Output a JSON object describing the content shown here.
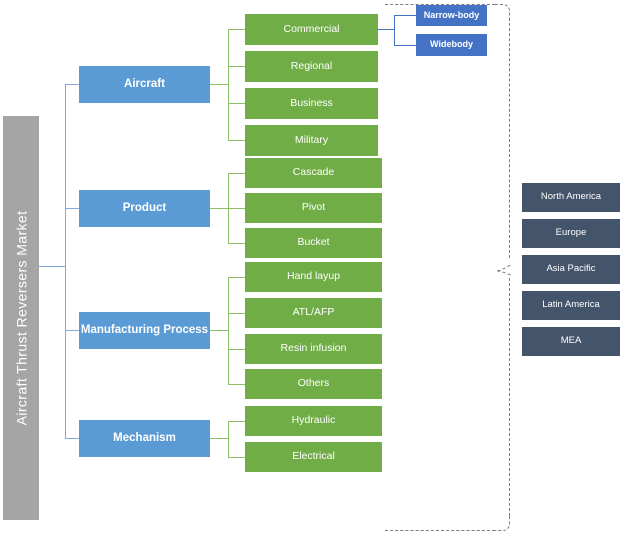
{
  "diagram": {
    "root_label": "Aircraft Thrust Reversers Market",
    "colors": {
      "root_bar": "#A5A5A5",
      "level1": "#5B9BD5",
      "level2": "#70AD47",
      "level3": "#4472C4",
      "region": "#44546A",
      "connector_blue": "#7FA9DC",
      "connector_green": "#8CC265",
      "bracket_dashed": "#7a7a7a"
    },
    "branches": [
      {
        "label": "Aircraft",
        "children": [
          {
            "label": "Commercial",
            "children": [
              {
                "label": "Narrow-body"
              },
              {
                "label": "Widebody"
              }
            ]
          },
          {
            "label": "Regional"
          },
          {
            "label": "Business"
          },
          {
            "label": "Military"
          }
        ]
      },
      {
        "label": "Product",
        "children": [
          {
            "label": "Cascade"
          },
          {
            "label": "Pivot"
          },
          {
            "label": "Bucket"
          }
        ]
      },
      {
        "label": "Manufacturing Process",
        "children": [
          {
            "label": "Hand layup"
          },
          {
            "label": "ATL/AFP"
          },
          {
            "label": "Resin infusion"
          },
          {
            "label": "Others"
          }
        ]
      },
      {
        "label": "Mechanism",
        "children": [
          {
            "label": "Hydraulic"
          },
          {
            "label": "Electrical"
          }
        ]
      }
    ],
    "regions": [
      {
        "label": "North America"
      },
      {
        "label": "Europe"
      },
      {
        "label": "Asia Pacific"
      },
      {
        "label": "Latin America"
      },
      {
        "label": "MEA"
      }
    ]
  }
}
